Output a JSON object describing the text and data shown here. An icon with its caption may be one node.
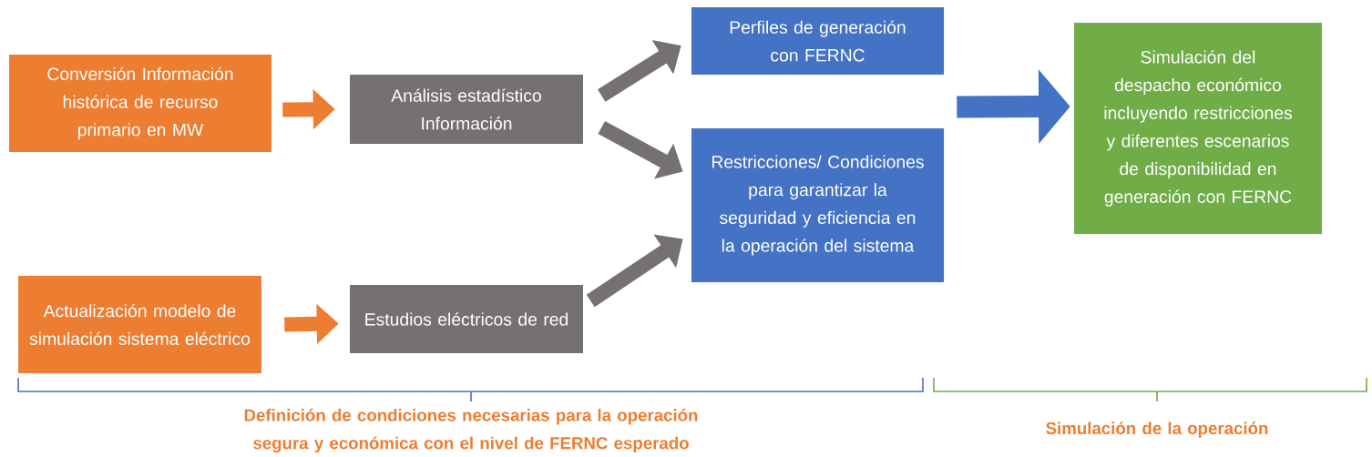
{
  "diagram": {
    "nodes": [
      {
        "text": [
          "Conversión Información histórica de recurso primario en MW"
        ]
      },
      {
        "text": [
          "Análisis estadístico Información"
        ]
      },
      {
        "text": [
          "Perfiles de generación con FERNC"
        ]
      },
      {
        "text": [
          "Actualización modelo de simulación sistema eléctrico"
        ]
      },
      {
        "text": [
          "Estudios eléctricos de red"
        ]
      },
      {
        "text": [
          "Restricciones/ Condiciones para garantizar la seguridad y eficiencia en la operación del sistema"
        ]
      },
      {
        "text": [
          "Simulación del despacho económico incluyendo restricciones y diferentes escenarios de disponibilidad en generación con FERNC"
        ]
      }
    ],
    "edges": [
      {
        "from": 0,
        "to": 1,
        "arrow": "to",
        "color": "#ed7d31"
      },
      {
        "from": 1,
        "to": 2,
        "arrow": "to",
        "color": "#767171"
      },
      {
        "from": 1,
        "to": 5,
        "arrow": "to",
        "color": "#767171"
      },
      {
        "from": 3,
        "to": 4,
        "arrow": "to",
        "color": "#ed7d31"
      },
      {
        "from": 4,
        "to": 5,
        "arrow": "to",
        "color": "#767171"
      },
      {
        "from": 5,
        "to": 6,
        "arrow": "to",
        "color": "#4472c4"
      }
    ],
    "labels": [
      "Definición de condiciones necesarias para la operación segura y económica con el nivel de FERNC esperado",
      "Simulación de la operación"
    ]
  }
}
